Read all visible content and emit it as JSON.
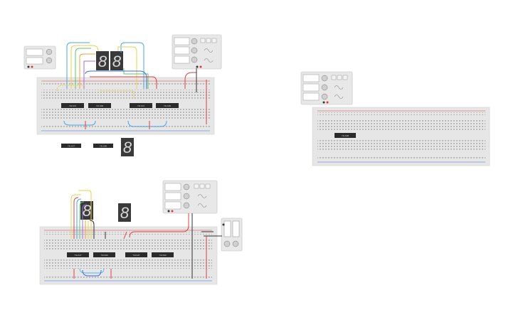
{
  "app": {
    "title": ""
  },
  "colors": {
    "board": "#e6e6e6",
    "board_edge": "#d2d2d2",
    "hole": "#8a8a8a",
    "rail_red": "#d93b3b",
    "rail_blue": "#3b6fd9",
    "chip": "#2b2b2b",
    "led_body": "#3a3a3a",
    "segment": "#d9d9d9",
    "instrument_body": "#e8e8e8",
    "instrument_panel": "#c8c8c8",
    "wire_red": "#e04040",
    "wire_yellow": "#e8d24a",
    "wire_green": "#5cc86a",
    "wire_blue": "#4aa3e8",
    "wire_orange": "#f0a030",
    "wire_purple": "#a46be0",
    "wire_black": "#333333",
    "wire_lightblue": "#5ab4f0"
  },
  "circuits": [
    {
      "id": "circuit-top-left",
      "components": {
        "breadboard": "breadboard",
        "chips": [
          "chip",
          "chip",
          "chip",
          "chip"
        ],
        "loose_chips": [
          "chip",
          "chip"
        ],
        "displays": [
          "seven-segment-display",
          "seven-segment-display"
        ],
        "loose_display": "seven-segment-display",
        "function_generator": "function-generator",
        "power_supply": "power-supply"
      }
    },
    {
      "id": "circuit-right",
      "components": {
        "breadboard": "breadboard",
        "chips": [
          "chip"
        ],
        "function_generator": "function-generator"
      }
    },
    {
      "id": "circuit-bottom-left",
      "components": {
        "breadboard": "breadboard",
        "chips": [
          "chip",
          "chip",
          "chip",
          "chip"
        ],
        "displays": [
          "seven-segment-display",
          "seven-segment-display"
        ],
        "function_generator": "function-generator",
        "multimeter": "multimeter"
      }
    }
  ],
  "icons": [
    "seven-segment-display-icon",
    "function-generator-icon",
    "power-supply-icon",
    "multimeter-icon",
    "breadboard-icon",
    "chip-icon"
  ]
}
